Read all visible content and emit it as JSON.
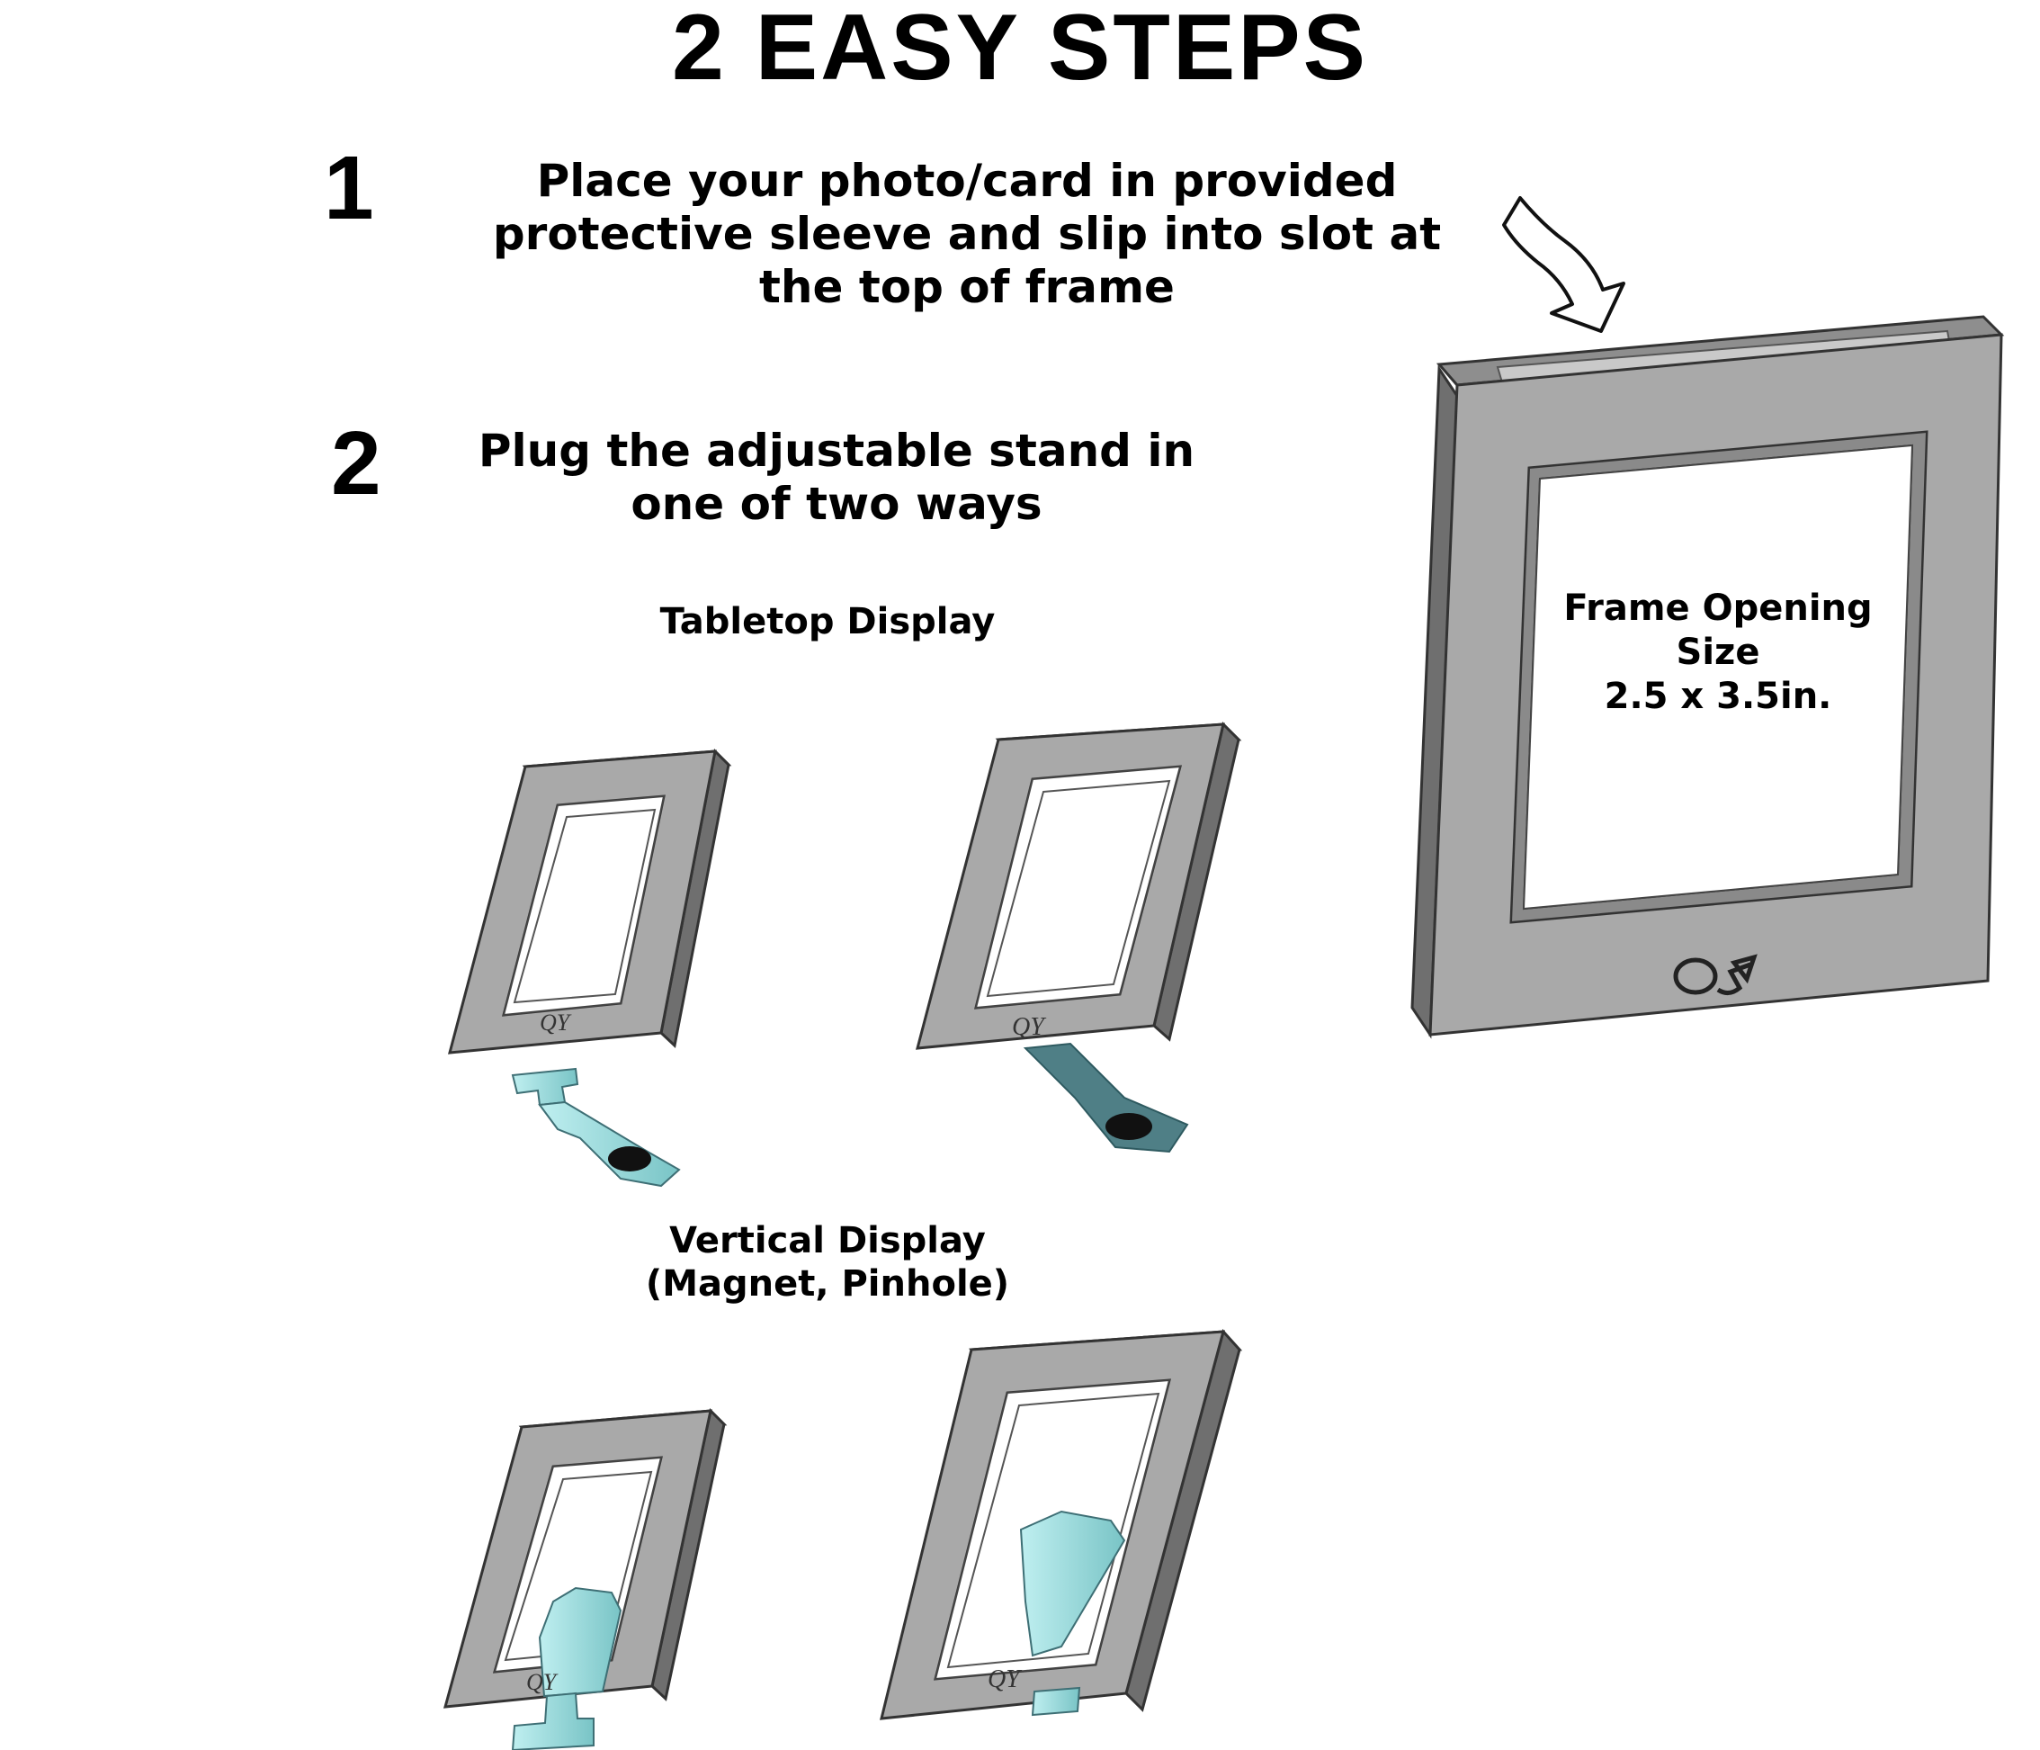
{
  "title": "2 EASY STEPS",
  "steps": [
    {
      "number": "1",
      "lines": [
        "Place your photo/card in provided",
        "protective sleeve and slip into slot at",
        "the top of frame"
      ]
    },
    {
      "number": "2",
      "lines": [
        "Plug the adjustable stand in",
        "one of two ways"
      ]
    }
  ],
  "tabletop_label": "Tabletop Display",
  "vertical_label": [
    "Vertical Display",
    "(Magnet, Pinhole)"
  ],
  "frame_opening": [
    "Frame Opening",
    "Size",
    "2.5 x 3.5in."
  ],
  "colors": {
    "frame": "#a9a9a9",
    "frame_edge": "#3a3a3a",
    "stand": "#8fcfd0",
    "stand_dark": "#4f7f86",
    "text": "#000000"
  },
  "icons": [
    "curved-arrow-icon",
    "brand-logo-icon"
  ]
}
